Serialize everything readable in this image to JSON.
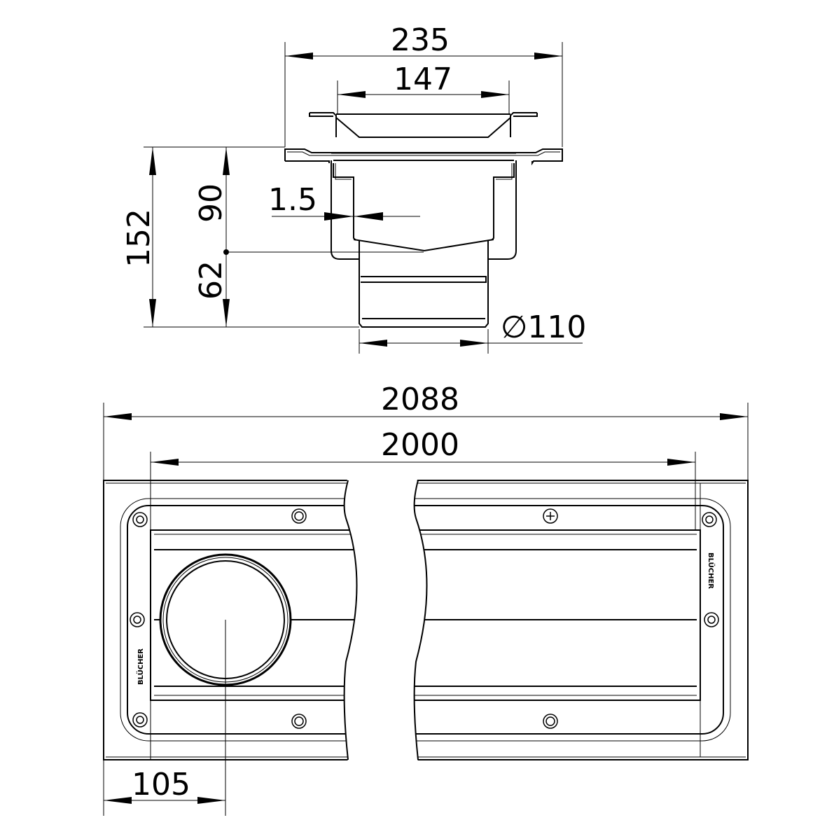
{
  "top_view": {
    "dims": {
      "overall_width": "235",
      "grate_width": "147",
      "thickness": "1.5",
      "total_height": "152",
      "upper_height": "90",
      "lower_height": "62",
      "outlet_diameter": "∅110"
    }
  },
  "plan_view": {
    "dims": {
      "overall_length": "2088",
      "inner_length": "2000",
      "outlet_offset": "105"
    },
    "brand": "BLÜCHER"
  }
}
